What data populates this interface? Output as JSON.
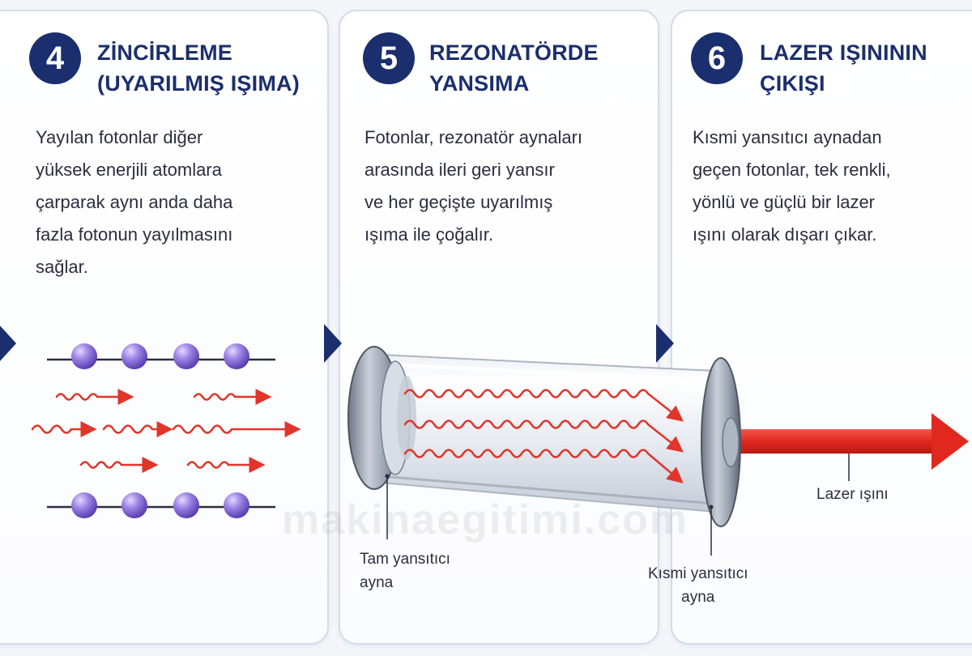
{
  "steps": [
    {
      "number": "4",
      "title_lines": [
        "ZİNCİRLEME",
        "(UYARILMIŞ IŞIMA)"
      ],
      "description_lines": [
        "Yayılan fotonlar diğer",
        "yüksek enerjili atomlara",
        "çarparak aynı anda daha",
        "fazla fotonun yayılmasını",
        "sağlar."
      ]
    },
    {
      "number": "5",
      "title_lines": [
        "REZONATÖRDE",
        "YANSIMA"
      ],
      "description_lines": [
        "Fotonlar, rezonatör aynaları",
        "arasında ileri geri yansır",
        "ve her geçişte uyarılmış",
        "ışıma ile çoğalır."
      ]
    },
    {
      "number": "6",
      "title_lines": [
        "LAZER IŞINININ",
        "ÇIKIŞI"
      ],
      "description_lines": [
        "Kısmi yansıtıcı aynadan",
        "geçen fotonlar, tek renkli,",
        "yönlü ve güçlü bir lazer",
        "ışını olarak dışarı çıkar."
      ]
    }
  ],
  "labels": {
    "full_mirror": [
      "Tam yansıtıcı",
      "ayna"
    ],
    "partial_mirror": [
      "Kısmi yansıtıcı",
      "ayna"
    ],
    "laser_beam": "Lazer ışını"
  },
  "watermark": "makinaegitimi.com",
  "colors": {
    "title_navy": "#1b2f6e",
    "photon_red": "#e0352b",
    "atom_purple": "#8a70d6",
    "beam_red": "#e8392f"
  },
  "icons": [
    "atom-icon",
    "photon-wave-icon",
    "flow-arrow-icon"
  ]
}
